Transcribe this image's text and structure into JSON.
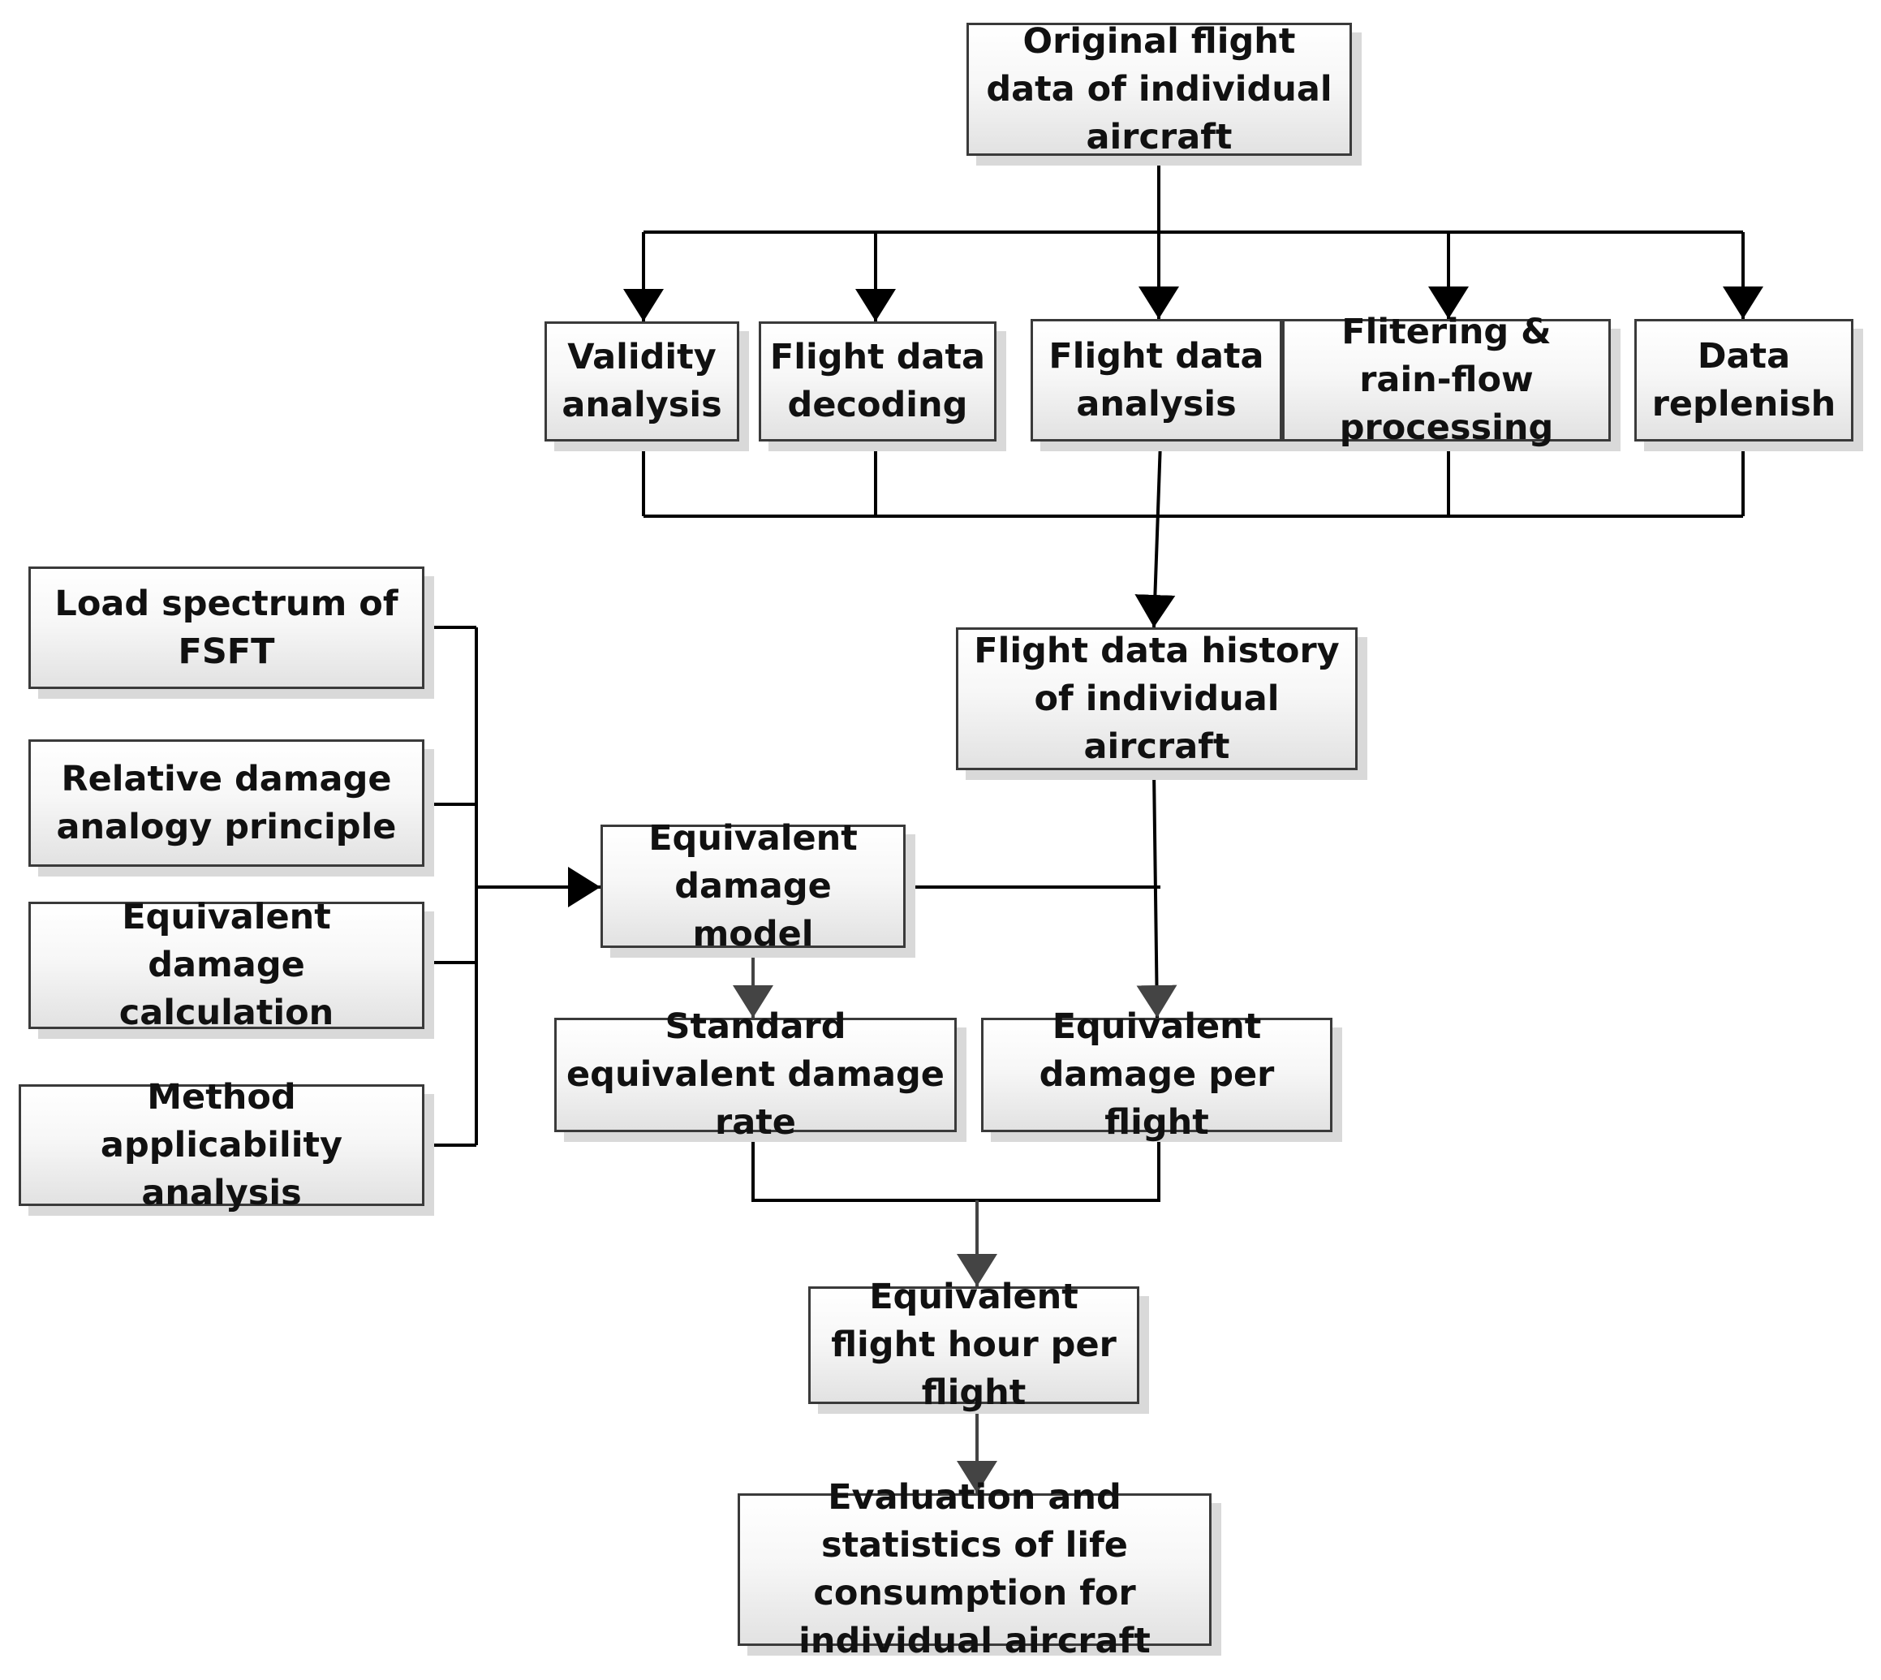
{
  "nodes": {
    "original": "Original flight data of individual aircraft",
    "validity": "Validity analysis",
    "decoding": "Flight data decoding",
    "analysis": "Flight data analysis",
    "filtering": "Flitering & rain-flow processing",
    "replenish": "Data replenish",
    "history": "Flight data history of individual aircraft",
    "load_spectrum": "Load spectrum of FSFT",
    "relative_damage": "Relative damage analogy principle",
    "eq_damage_calc": "Equivalent damage calculation",
    "method_applicability": "Method applicability analysis",
    "eq_damage_model": "Equivalent damage model",
    "std_eq_damage_rate": "Standard equivalent damage rate",
    "eq_damage_per_flight": "Equivalent damage per flight",
    "eq_flight_hour": "Equivalent flight hour per flight",
    "evaluation": "Evaluation and statistics of life consumption for individual aircraft"
  },
  "colors": {
    "line": "#000000",
    "box_border": "#3a3a3a",
    "box_fill_top": "#ffffff",
    "box_fill_bottom": "#e2e2e2",
    "shadow": "#d9d9d9"
  }
}
